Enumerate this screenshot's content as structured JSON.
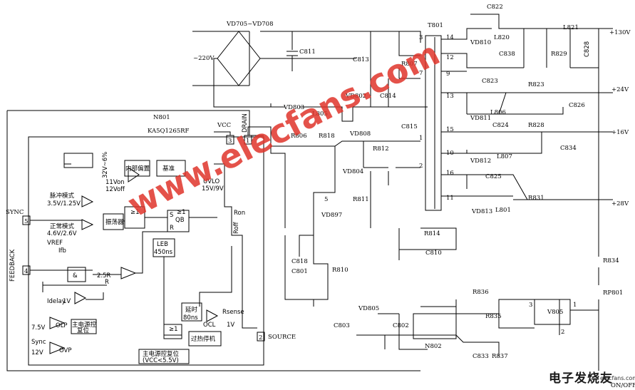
{
  "watermark": "www.elecfans.com",
  "logo": {
    "cn": "电子发烧友",
    "en": "elecfans.com"
  },
  "labels": {
    "vd705": "VD705~VD708",
    "ac": "~220V",
    "c811": "C811",
    "c813": "C813",
    "r807": "R807",
    "vd802": "VD802",
    "c814": "C814",
    "t801": "T801",
    "vd803": "VD803",
    "n801": "N801",
    "l805": "L805",
    "ic": "KA5Q1265RF",
    "vcc": "VCC",
    "drain": "DRAIN",
    "r806": "R806",
    "r818": "R818",
    "vd808": "VD808",
    "r812": "R812",
    "c815": "C815",
    "vd804": "VD804",
    "r811": "R811",
    "vd897": "VD897",
    "c818": "C818",
    "c801": "C801",
    "r810": "R810",
    "r814": "R814",
    "c810": "C810",
    "c822": "C822",
    "vd810": "VD810",
    "l820": "L820",
    "c838": "C838",
    "r829": "R829",
    "l821": "L821",
    "c828": "C828",
    "out130": "+130V",
    "c823": "C823",
    "r823": "R823",
    "out24": "+24V",
    "c826": "C826",
    "vd811": "VD811",
    "l806": "L806",
    "c824": "C824",
    "r828": "R828",
    "out16": "+16V",
    "c834": "C834",
    "vd812": "VD812",
    "l807": "L807",
    "c825": "C825",
    "vd813": "VD813",
    "l801": "L801",
    "r831": "R831",
    "out28": "+28V",
    "r834": "R834",
    "rp801": "RP801",
    "r836": "R836",
    "r835": "R835",
    "v805": "V805",
    "vd805": "VD805",
    "c803": "C803",
    "c802": "C802",
    "n802": "N802",
    "c833": "C833",
    "r837": "R837",
    "onoff": "ON/OFF",
    "sync": "SYNC",
    "feedback": "FEEDBACK",
    "source": "SOURCE",
    "pulse_mode": "脉冲模式",
    "pulse_v": "3.5V/1.25V",
    "normal_mode": "正常模式",
    "normal_v": "4.6V/2.6V",
    "vref": "VREF",
    "ifb": "Ifb",
    "osc": "振荡器",
    "ge1": "≥1",
    "ge1b": "≥1",
    "ge1c": "≥1",
    "leb": "LEB",
    "leb_t": "450ns",
    "delay": "延时",
    "delay_t": "80ns",
    "ocl": "OCL",
    "rsense": "Rsense",
    "v1": "1V",
    "v1b": "1V",
    "idelay": "Idelay",
    "olp": "OLP",
    "ovp": "OVP",
    "v75": "7.5V",
    "sync2": "Sync",
    "v12": "12V",
    "reset1a": "主电源控",
    "reset1b": "复位",
    "reset2": "主电源控复位",
    "reset2v": "(VCC<5.5V)",
    "thermal": "过热停机",
    "internal_bias": "内部偏置",
    "ref": "基准",
    "uvlo": "UVLO",
    "uvlo_v": "15V/9V",
    "v32": "32V~6%",
    "v11on": "11Von",
    "v12off": "12Voff",
    "ron": "Ron",
    "roff": "Roff",
    "r25": "2.5R",
    "r": "R",
    "s": "S",
    "qb": "QB",
    "amp": "&",
    "pins": {
      "p1": "1",
      "p2": "2",
      "p3": "3",
      "p4": "4",
      "p5": "5"
    },
    "tpins": {
      "n3": "3",
      "n7": "7",
      "n14": "14",
      "n12": "12",
      "n9": "9",
      "n13": "13",
      "n1": "1",
      "n15": "15",
      "n2": "2",
      "n10": "10",
      "n16": "16",
      "n11": "11"
    },
    "n5": "5",
    "b3": "3",
    "b1": "1",
    "b2": "2"
  }
}
